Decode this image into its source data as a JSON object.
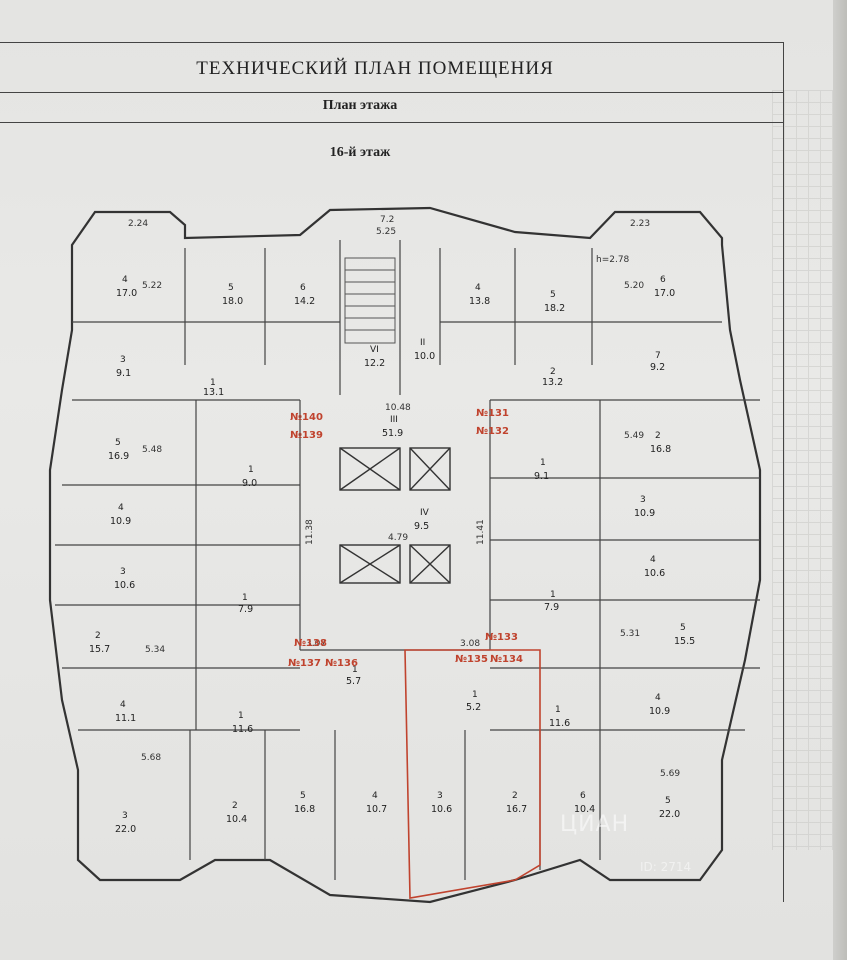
{
  "document": {
    "title": "ТЕХНИЧЕСКИЙ ПЛАН ПОМЕЩЕНИЯ",
    "subtitle": "План этажа",
    "floor": "16-й этаж"
  },
  "highlight_color": "#c0432e",
  "apartment_labels": [
    "№140",
    "№139",
    "№131",
    "№132",
    "№138",
    "№137",
    "№136",
    "№133",
    "№135",
    "№134"
  ],
  "rooms": [
    {
      "no": "4",
      "area": "17.0"
    },
    {
      "no": "5",
      "area": "18.0"
    },
    {
      "no": "6",
      "area": "14.2"
    },
    {
      "no": "VI",
      "area": "12.2"
    },
    {
      "no": "II",
      "area": "10.0"
    },
    {
      "no": "4",
      "area": "13.8"
    },
    {
      "no": "5",
      "area": "18.2"
    },
    {
      "no": "6",
      "area": "17.0"
    },
    {
      "no": "3",
      "area": "9.1"
    },
    {
      "no": "1",
      "area": "13.1"
    },
    {
      "no": "2",
      "area": "13.2"
    },
    {
      "no": "7",
      "area": "9.2"
    },
    {
      "no": "III",
      "area": "51.9"
    },
    {
      "no": "5",
      "area": "16.9"
    },
    {
      "no": "2",
      "area": "16.8"
    },
    {
      "no": "1",
      "area": "9.0"
    },
    {
      "no": "1",
      "area": "9.1"
    },
    {
      "no": "IV",
      "area": "9.5"
    },
    {
      "no": "4",
      "area": "10.9"
    },
    {
      "no": "3",
      "area": "10.9"
    },
    {
      "no": "3",
      "area": "10.6"
    },
    {
      "no": "4",
      "area": "10.6"
    },
    {
      "no": "1",
      "area": "7.9"
    },
    {
      "no": "1",
      "area": "7.9"
    },
    {
      "no": "2",
      "area": "15.7"
    },
    {
      "no": "5",
      "area": "15.5"
    },
    {
      "no": "4",
      "area": "11.1"
    },
    {
      "no": "1",
      "area": "11.6"
    },
    {
      "no": "1",
      "area": "11.6"
    },
    {
      "no": "4",
      "area": "10.9"
    },
    {
      "no": "1",
      "area": "5.7"
    },
    {
      "no": "1",
      "area": "5.2"
    },
    {
      "no": "3",
      "area": "22.0"
    },
    {
      "no": "2",
      "area": "10.4"
    },
    {
      "no": "5",
      "area": "16.8"
    },
    {
      "no": "4",
      "area": "10.7"
    },
    {
      "no": "3",
      "area": "10.6"
    },
    {
      "no": "2",
      "area": "16.7"
    },
    {
      "no": "6",
      "area": "10.4"
    },
    {
      "no": "5",
      "area": "22.0"
    }
  ],
  "labels": {
    "west_bal": "2.24",
    "east_bal": "2.23",
    "north_bal_top": "7.2",
    "north_bal_mid": "5.25",
    "tags": [
      "5.22",
      "5.48",
      "5.34",
      "5.68",
      "5.20",
      "5.49",
      "5.31",
      "5.69",
      "11.38",
      "11.41",
      "10.48",
      "4.79",
      "3.08",
      "3.07"
    ],
    "b_height": "h=2.78"
  },
  "watermark": {
    "brand": "ЦИАН",
    "id": "ID: 2714"
  }
}
